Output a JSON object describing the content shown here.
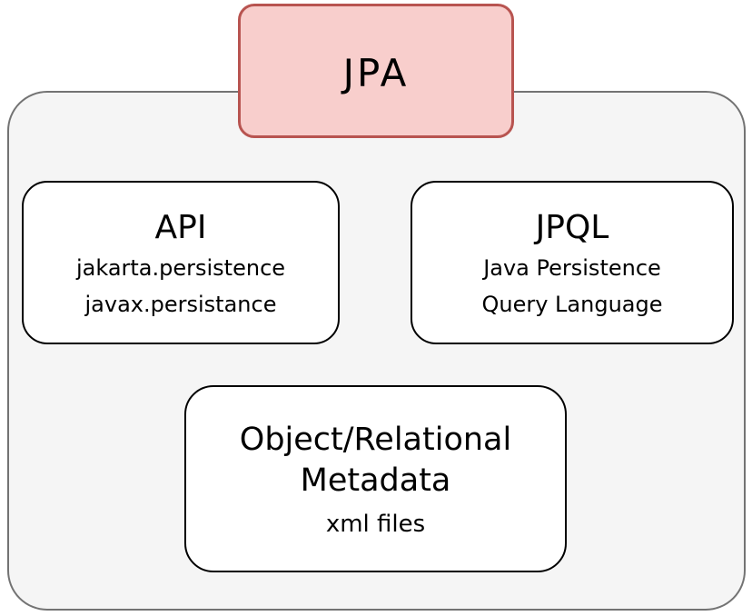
{
  "diagram": {
    "root": {
      "label": "JPA"
    },
    "nodes": [
      {
        "id": "api",
        "title": "API",
        "lines": [
          "jakarta.persistence",
          "javax.persistance"
        ]
      },
      {
        "id": "jpql",
        "title": "JPQL",
        "lines": [
          "Java Persistence",
          "Query Language"
        ]
      },
      {
        "id": "object-relational-metadata",
        "title": "Object/Relational Metadata",
        "lines": [
          "xml files"
        ]
      }
    ]
  },
  "colors": {
    "root_fill": "#f8cecc",
    "root_stroke": "#b85450",
    "container_fill": "#f5f5f5",
    "container_stroke": "#737373",
    "node_fill": "#ffffff",
    "node_stroke": "#000000"
  }
}
